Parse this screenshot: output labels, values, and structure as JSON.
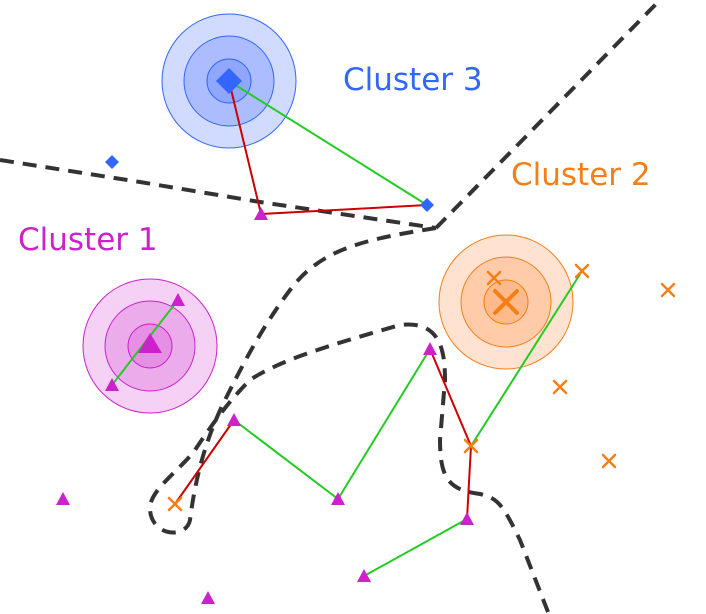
{
  "clusters": [
    {
      "label": "Cluster 1",
      "color": "#cc22cc",
      "fill": "#dd66dd",
      "marker": "triangle"
    },
    {
      "label": "Cluster 2",
      "color": "#f57f17",
      "fill": "#ffa060",
      "marker": "x"
    },
    {
      "label": "Cluster 3",
      "color": "#3366ff",
      "fill": "#6688ff",
      "marker": "diamond"
    }
  ],
  "colors": {
    "boundary": "#333333",
    "green_link": "#22cc22",
    "red_link": "#cc0000"
  }
}
